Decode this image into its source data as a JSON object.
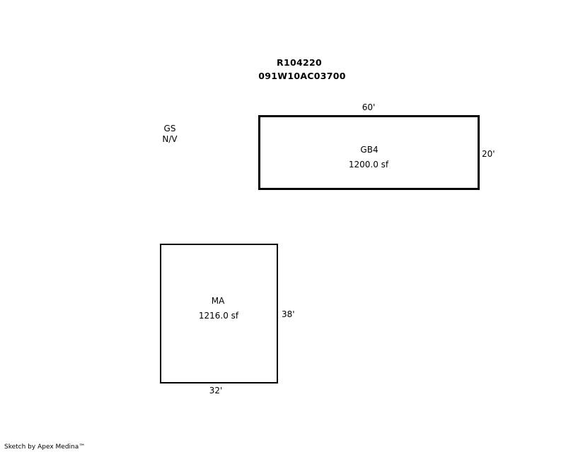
{
  "header": {
    "account_number": "R104220",
    "map_tax_lot": "091W10AC03700"
  },
  "note": {
    "line1": "GS",
    "line2": "N/V"
  },
  "areas": [
    {
      "code": "GB4",
      "area": "1200.0 sf",
      "width_label": "60'",
      "depth_label": "20'"
    },
    {
      "code": "MA",
      "area": "1216.0 sf",
      "width_label": "32'",
      "depth_label": "38'"
    }
  ],
  "footer": {
    "credit": "Sketch by Apex Medina™"
  }
}
